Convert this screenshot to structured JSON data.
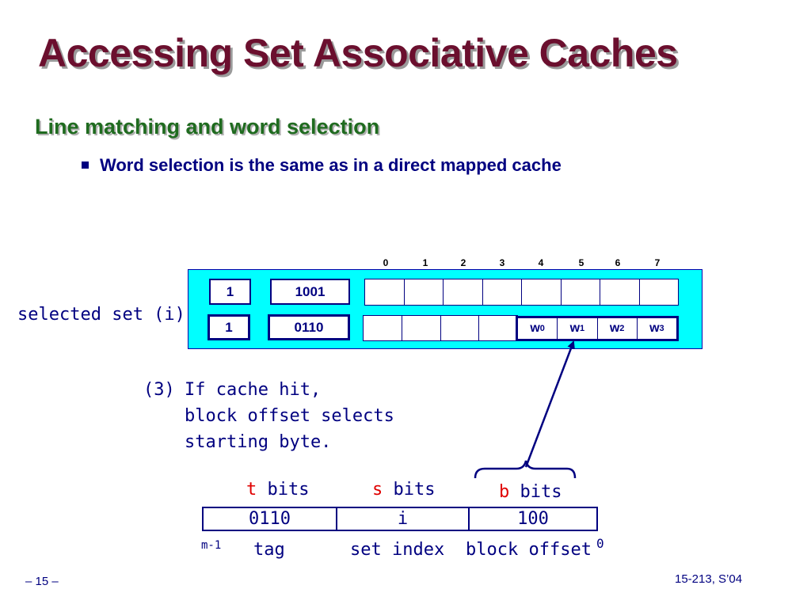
{
  "title": "Accessing Set Associative Caches",
  "subtitle": "Line matching and word selection",
  "bullet": "Word selection is the same as in a direct mapped cache",
  "selected_set_label": "selected set (i):",
  "byte_indices": [
    "0",
    "1",
    "2",
    "3",
    "4",
    "5",
    "6",
    "7"
  ],
  "lines": [
    {
      "valid": "1",
      "tag": "1001"
    },
    {
      "valid": "1",
      "tag": "0110"
    }
  ],
  "words": {
    "w0": {
      "base": "w",
      "sub": "0"
    },
    "w1": {
      "base": "w",
      "sub": "1"
    },
    "w2": {
      "base": "w",
      "sub": "2"
    },
    "w3": {
      "base": "w",
      "sub": "3"
    }
  },
  "note": {
    "num": "(3)",
    "line1": "If cache hit,",
    "line2": "block offset selects",
    "line3": "starting byte."
  },
  "address": {
    "t_letter": "t",
    "t_bits": " bits",
    "s_letter": "s",
    "s_bits": " bits",
    "b_letter": "b",
    "b_bits": " bits",
    "tag_value": "0110",
    "set_value": "i",
    "offset_value": "100",
    "tag_label": "tag",
    "set_label": "set index",
    "offset_label": "block offset",
    "msb": "m-1",
    "lsb": "0"
  },
  "footer": {
    "page": "– 15 –",
    "course": "15-213, S’04"
  },
  "colors": {
    "title": "#6b0f2e",
    "subtitle": "#1f6b1f",
    "text": "#000080",
    "set_box": "#00ffff",
    "highlight": "#e00000"
  }
}
